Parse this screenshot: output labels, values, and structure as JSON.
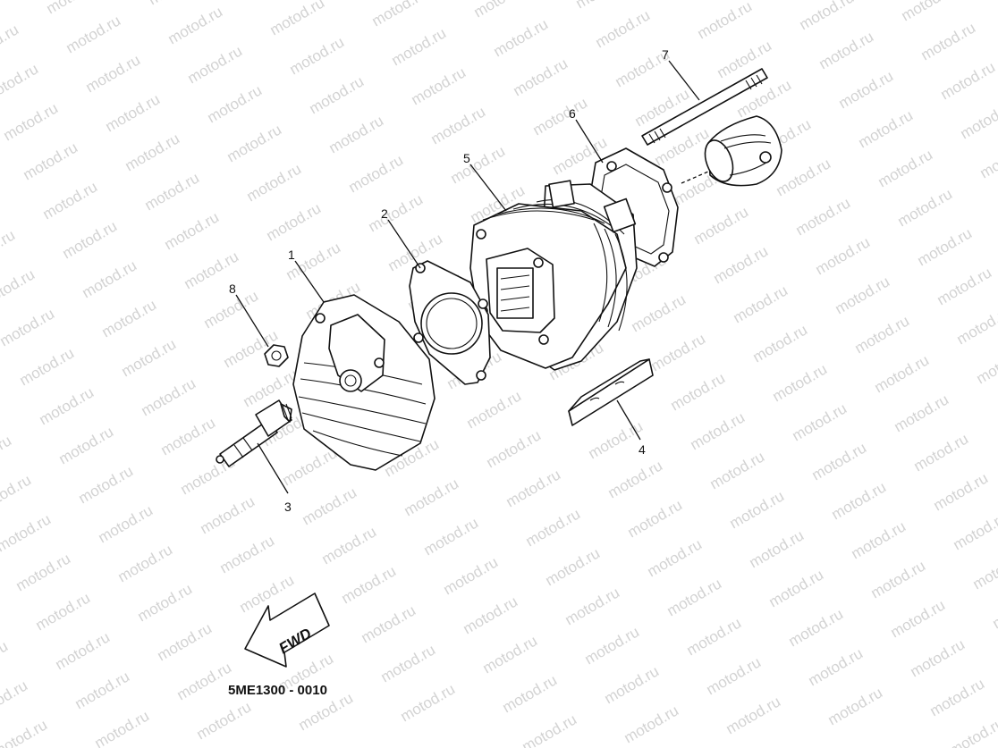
{
  "watermark": {
    "text": "motod.ru"
  },
  "diagram_code": "5ME1300 - 0010",
  "direction_arrow": {
    "label": "FWD"
  },
  "callouts": [
    {
      "id": "1",
      "label": "1"
    },
    {
      "id": "2",
      "label": "2"
    },
    {
      "id": "3",
      "label": "3"
    },
    {
      "id": "4",
      "label": "4"
    },
    {
      "id": "5",
      "label": "5"
    },
    {
      "id": "6",
      "label": "6"
    },
    {
      "id": "7",
      "label": "7"
    },
    {
      "id": "8",
      "label": "8"
    }
  ]
}
